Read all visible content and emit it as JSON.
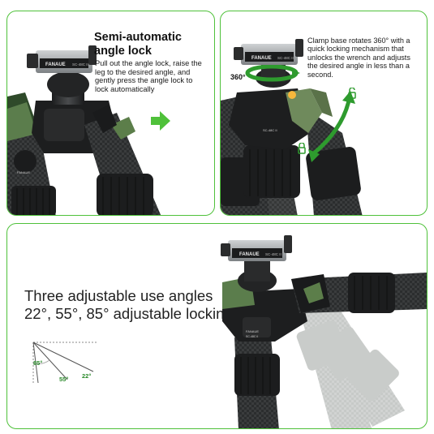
{
  "colors": {
    "accent_green": "#4fc13a",
    "panel_border": "#4fc13a",
    "carbon_dark": "#2f3132",
    "arrow_green": "#2e9b2e"
  },
  "top_left": {
    "title_line1": "Semi-automatic",
    "title_line2": "angle lock",
    "description_lines": [
      "Pull out the angle lock, raise the",
      "leg to the desired angle, and",
      "gently press the angle lock to",
      "lock automatically"
    ],
    "clamp_brand": "FANAUE",
    "clamp_model": "SC-48C II",
    "body_brand": "FANAUE",
    "arrow_icon": "right-arrow-icon"
  },
  "top_right": {
    "description_lines": [
      "Clamp base rotates 360° with a",
      "quick locking mechanism that",
      "unlocks the wrench and adjusts",
      "the desired angle in less than a",
      "second."
    ],
    "rotation_label": "360°",
    "clamp_brand": "FANAUE",
    "clamp_model": "SC-48C II",
    "body_model": "SC-48C II",
    "lock_icon": "padlock-icon",
    "unlock_icon": "open-padlock-icon"
  },
  "bottom": {
    "headline_line1": "Three adjustable use angles",
    "headline_line2": "22°, 55°, 85° adjustable locking",
    "angles": [
      "85°",
      "55°",
      "22°"
    ],
    "clamp_brand": "FANAUE",
    "clamp_model": "SC-48C II",
    "body_brand": "FANAUE",
    "body_model": "SC-48C II"
  }
}
